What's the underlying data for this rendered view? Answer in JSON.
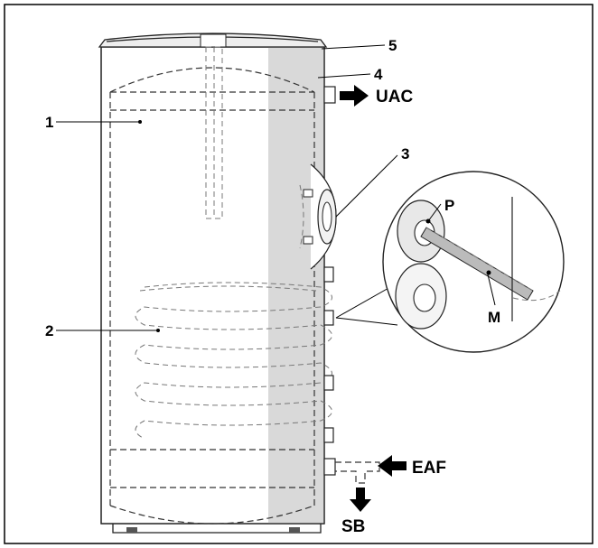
{
  "labels": {
    "n1": "1",
    "n2": "2",
    "n3": "3",
    "n4": "4",
    "n5": "5",
    "uac": "UAC",
    "eaf": "EAF",
    "sb": "SB",
    "p": "P",
    "m": "M"
  },
  "colors": {
    "shading": "#d9d9d9",
    "stroke": "#222222",
    "background": "#ffffff"
  }
}
